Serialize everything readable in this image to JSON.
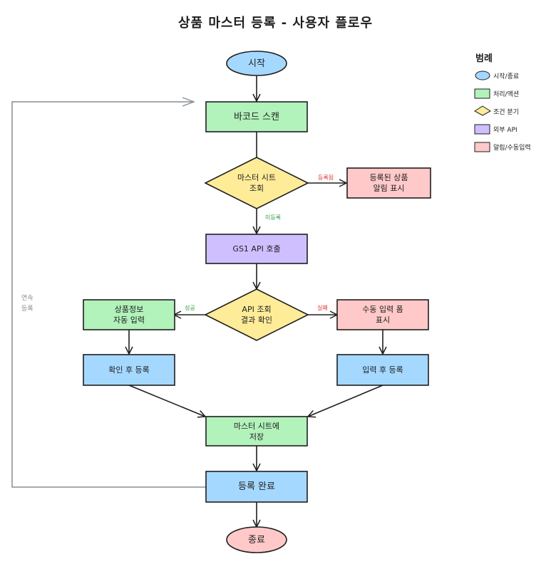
{
  "title": "상품 마스터 등록 - 사용자 플로우",
  "colors": {
    "terminal_start": "#a5d8ff",
    "terminal_end": "#ffc9c9",
    "process": "#b2f2bb",
    "decision": "#ffec99",
    "external_api": "#d0bfff",
    "alert": "#ffc9c9",
    "action": "#a5d8ff",
    "stroke": "#1e1e1e",
    "loop_stroke": "#868e96",
    "label_success": "#2f9e44",
    "label_fail": "#e03131"
  },
  "nodes": {
    "start": "시작",
    "barcode_scan": "바코드 스캔",
    "master_lookup": "마스터 시트\n조회",
    "registered_alert": "등록된 상품\n알림 표시",
    "gs1_api": "GS1 API 호출",
    "api_result": "API 조회\n결과 확인",
    "auto_fill": "상품정보\n자동 입력",
    "manual_form": "수동 입력 폼\n표시",
    "confirm_register": "확인 후 등록",
    "input_register": "입력 후 등록",
    "save_master": "마스터 시트에\n저장",
    "register_done": "등록 완료",
    "end": "종료"
  },
  "edge_labels": {
    "registered": "등록됨",
    "unregistered": "미등록",
    "success": "성공",
    "fail": "실패",
    "continuous": "연속\n등록"
  },
  "legend": {
    "title": "범례",
    "items": [
      {
        "shape": "ellipse",
        "label": "시작/종료",
        "color": "#a5d8ff"
      },
      {
        "shape": "rect",
        "label": "처리/액션",
        "color": "#b2f2bb"
      },
      {
        "shape": "diamond",
        "label": "조건 분기",
        "color": "#ffec99"
      },
      {
        "shape": "rect",
        "label": "외부 API",
        "color": "#d0bfff"
      },
      {
        "shape": "rect",
        "label": "알림/수동입력",
        "color": "#ffc9c9"
      }
    ]
  }
}
